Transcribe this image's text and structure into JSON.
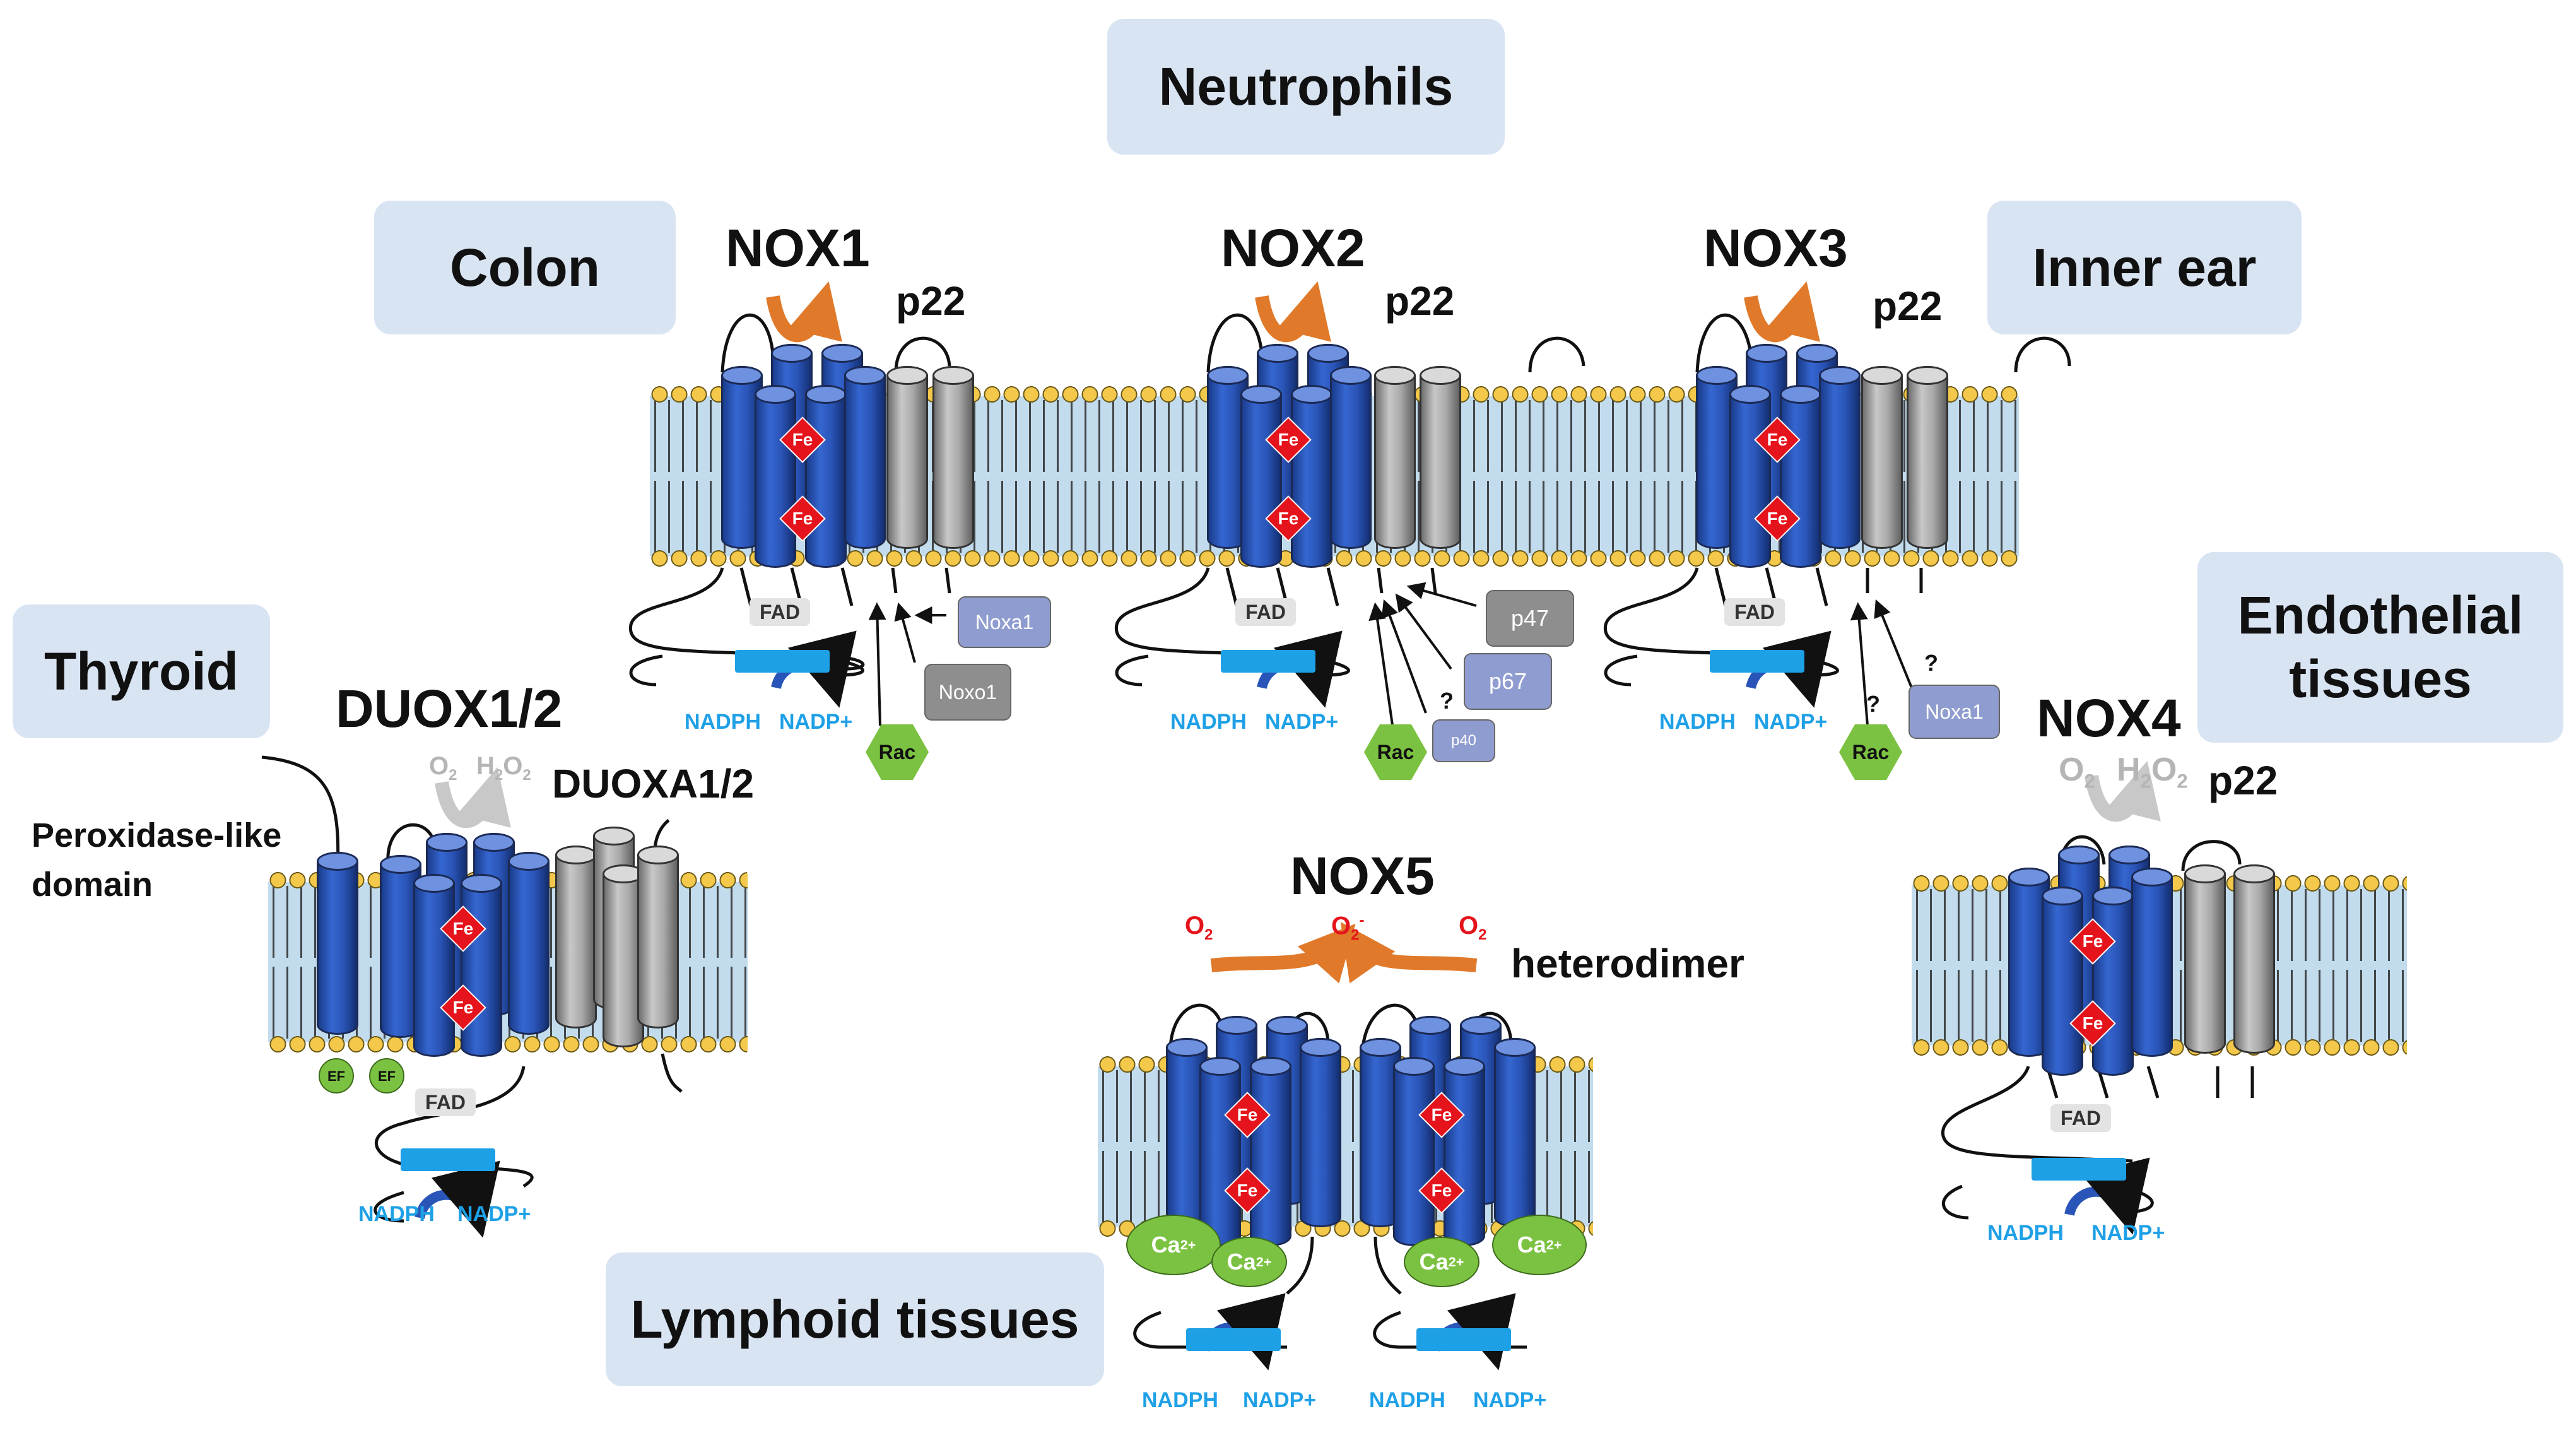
{
  "tissues": {
    "neutrophils": "Neutrophils",
    "colon": "Colon",
    "inner_ear": "Inner ear",
    "thyroid": "Thyroid",
    "endothelial_line1": "Endothelial",
    "endothelial_line2": "tissues",
    "lymphoid": "Lymphoid tissues"
  },
  "enzymes": {
    "nox1": "NOX1",
    "nox2": "NOX2",
    "nox3": "NOX3",
    "nox4": "NOX4",
    "nox5": "NOX5",
    "duox": "DUOX1/2",
    "duoxa": "DUOXA1/2",
    "p22": "p22"
  },
  "labels": {
    "fe": "Fe",
    "fad": "FAD",
    "nadph": "NADPH",
    "nadp": "NADP+",
    "rac": "Rac",
    "question": "?",
    "ef": "EF",
    "peroxidase_line1": "Peroxidase-like",
    "peroxidase_line2": "domain",
    "heterodimer": "heterodimer",
    "o2": "O",
    "o2_sub": "2",
    "o2_minus_sup": "-",
    "h2o2_h": "H",
    "h2o2_sub": "2",
    "h2o2_o": "O",
    "ca": "Ca",
    "ca_sup": "2+"
  },
  "subunits": {
    "noxa1": "Noxa1",
    "noxo1": "Noxo1",
    "p47": "p47",
    "p67": "p67",
    "p40": "p40"
  },
  "colors": {
    "tissue_box": "#d9e4f3",
    "nox_helix": "#2a55b8",
    "p22_helix": "#a9a9a9",
    "fe": "#e5131b",
    "cofactor": "#1ea0e6",
    "rac": "#7cc242",
    "superoxide_arrow": "#e07a2a",
    "peroxide_arrow": "#b5b5b5",
    "o2_red": "#e5131b"
  }
}
